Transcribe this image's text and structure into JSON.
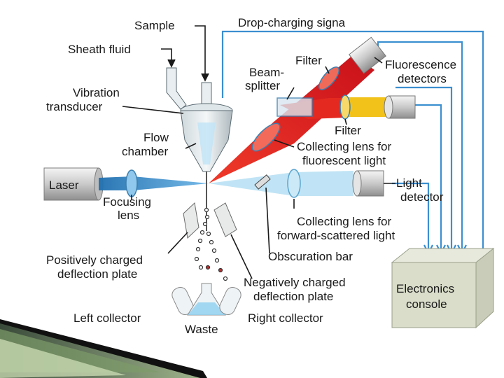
{
  "labels": {
    "sample": "Sample",
    "drop_charging": "Drop-charging signa",
    "sheath_fluid": "Sheath fluid",
    "filter_top": "Filter",
    "fluorescence_1": "Fluorescence",
    "fluorescence_2": "detectors",
    "beam_1": "Beam-",
    "beam_2": "splitter",
    "vibration_1": "Vibration",
    "vibration_2": "transducer",
    "filter_mid": "Filter",
    "flow_1": "Flow",
    "flow_2": "chamber",
    "collect_fl_1": "Collecting lens for",
    "collect_fl_2": "fluorescent light",
    "laser": "Laser",
    "light_det_1": "Light",
    "light_det_2": "detector",
    "focusing_1": "Focusing",
    "focusing_2": "lens",
    "collect_fw_1": "Collecting lens for",
    "collect_fw_2": "forward-scattered light",
    "pos_plate_1": "Positively charged",
    "pos_plate_2": "deflection plate",
    "obscuration": "Obscuration bar",
    "neg_plate_1": "Negatively charged",
    "neg_plate_2": "deflection plate",
    "electronics_1": "Electronics",
    "electronics_2": "console",
    "left_collector": "Left collector",
    "waste": "Waste",
    "right_collector": "Right collector"
  },
  "colors": {
    "signal_line": "#3b8fd0",
    "laser_beam": "#2a86c9",
    "fluor_beam": "#e02020",
    "yellow_beam": "#f2c21b",
    "scatter_beam": "#9fd4ef"
  }
}
